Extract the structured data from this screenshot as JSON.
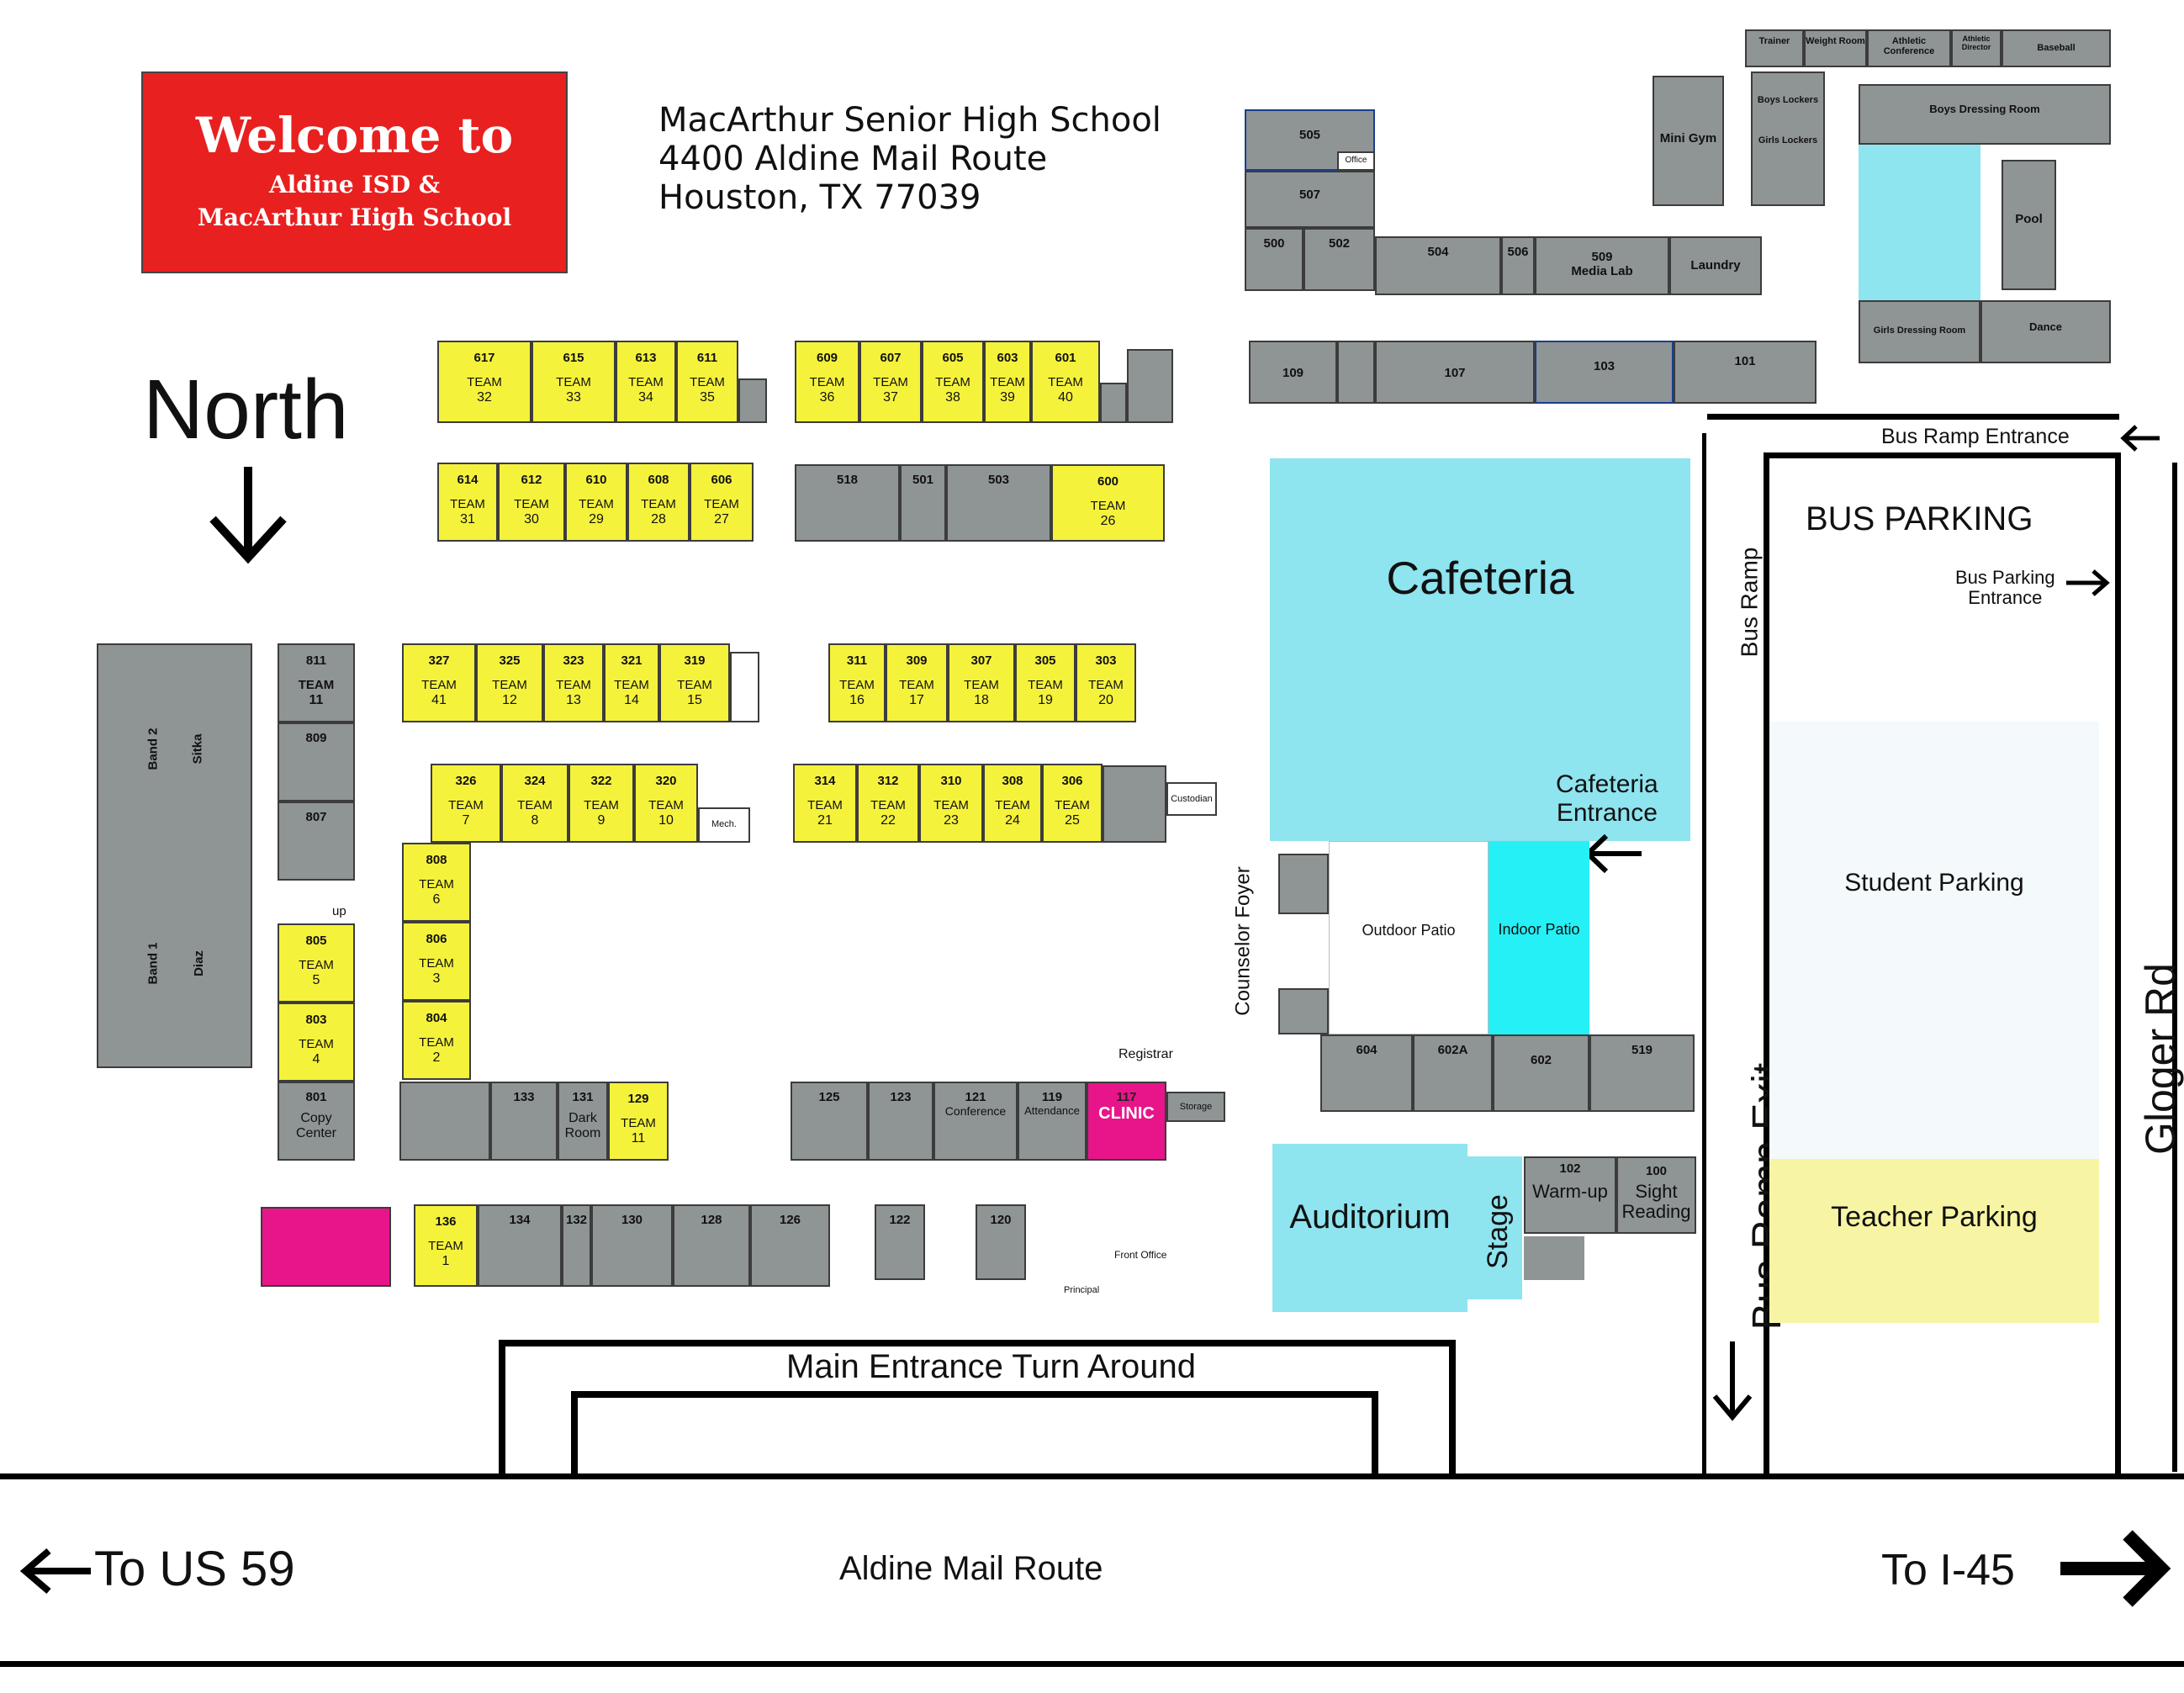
{
  "welcome": {
    "line1": "Welcome to",
    "line2": "Aldine ISD &",
    "line3": "MacArthur High School"
  },
  "address": {
    "name": "MacArthur Senior High School",
    "street": "4400 Aldine Mail Route",
    "city": "Houston, TX  77039"
  },
  "north_label": "North",
  "roads": {
    "main": "Aldine Mail Route",
    "to_west": "To US 59",
    "to_east": "To I-45",
    "side": "Gloger Rd",
    "turnaround": "Main Entrance Turn Around"
  },
  "bus": {
    "ramp_entrance": "Bus Ramp Entrance",
    "ramp": "Bus Ramp",
    "ramp_exit": "Bus Ramp Exit",
    "parking": "BUS PARKING",
    "parking_entrance_1": "Bus Parking",
    "parking_entrance_2": "Entrance"
  },
  "parking": {
    "student": "Student Parking",
    "teacher": "Teacher Parking"
  },
  "areas": {
    "cafeteria": "Cafeteria",
    "cafeteria_entrance_1": "Cafeteria",
    "cafeteria_entrance_2": "Entrance",
    "outdoor_patio": "Outdoor Patio",
    "indoor_patio": "Indoor Patio",
    "auditorium": "Auditorium",
    "stage": "Stage",
    "warmup_num": "102",
    "warmup": "Warm-up",
    "sight_num": "100",
    "sight_1": "Sight",
    "sight_2": "Reading",
    "counselor_foyer": "Counselor Foyer",
    "registrar": "Registrar",
    "clinic_num": "117",
    "clinic": "CLINIC",
    "pool": "Pool",
    "mini_gym": "Mini Gym",
    "boys_dressing": "Boys Dressing Room",
    "girls_dressing": "Girls Dressing Room",
    "dance": "Dance",
    "laundry": "Laundry",
    "media_lab_num": "509",
    "media_lab": "Media Lab",
    "trainer": "Trainer",
    "weight_room": "Weight Room",
    "athletic_conf": "Athletic Conference",
    "athletic_dir": "Athletic Director",
    "baseball": "Baseball",
    "boys_lockers": "Boys Lockers",
    "girls_lockers": "Girls Lockers",
    "band1": "Band 1",
    "band2": "Band 2",
    "diaz": "Diaz",
    "sitka": "Sitka",
    "copy_num": "801",
    "copy_1": "Copy",
    "copy_2": "Center",
    "dark_num": "131",
    "dark_1": "Dark",
    "dark_2": "Room",
    "conf_num": "121",
    "conference": "Conference",
    "att_num": "119",
    "attendance": "Attendance",
    "mech": "Mech.",
    "custodian": "Custodian",
    "storage": "Storage",
    "office": "Office",
    "front_office": "Front Office",
    "principal": "Principal",
    "up": "up"
  },
  "classrooms": [
    {
      "room": "617",
      "team": "TEAM",
      "num": "32"
    },
    {
      "room": "615",
      "team": "TEAM",
      "num": "33"
    },
    {
      "room": "613",
      "team": "TEAM",
      "num": "34"
    },
    {
      "room": "611",
      "team": "TEAM",
      "num": "35"
    },
    {
      "room": "609",
      "team": "TEAM",
      "num": "36"
    },
    {
      "room": "607",
      "team": "TEAM",
      "num": "37"
    },
    {
      "room": "605",
      "team": "TEAM",
      "num": "38"
    },
    {
      "room": "603",
      "team": "TEAM",
      "num": "39"
    },
    {
      "room": "601",
      "team": "TEAM",
      "num": "40"
    },
    {
      "room": "614",
      "team": "TEAM",
      "num": "31"
    },
    {
      "room": "612",
      "team": "TEAM",
      "num": "30"
    },
    {
      "room": "610",
      "team": "TEAM",
      "num": "29"
    },
    {
      "room": "608",
      "team": "TEAM",
      "num": "28"
    },
    {
      "room": "606",
      "team": "TEAM",
      "num": "27"
    },
    {
      "room": "600",
      "team": "TEAM",
      "num": "26"
    },
    {
      "room": "327",
      "team": "TEAM",
      "num": "41"
    },
    {
      "room": "325",
      "team": "TEAM",
      "num": "12"
    },
    {
      "room": "323",
      "team": "TEAM",
      "num": "13"
    },
    {
      "room": "321",
      "team": "TEAM",
      "num": "14"
    },
    {
      "room": "319",
      "team": "TEAM",
      "num": "15"
    },
    {
      "room": "311",
      "team": "TEAM",
      "num": "16"
    },
    {
      "room": "309",
      "team": "TEAM",
      "num": "17"
    },
    {
      "room": "307",
      "team": "TEAM",
      "num": "18"
    },
    {
      "room": "305",
      "team": "TEAM",
      "num": "19"
    },
    {
      "room": "303",
      "team": "TEAM",
      "num": "20"
    },
    {
      "room": "326",
      "team": "TEAM",
      "num": "7"
    },
    {
      "room": "324",
      "team": "TEAM",
      "num": "8"
    },
    {
      "room": "322",
      "team": "TEAM",
      "num": "9"
    },
    {
      "room": "320",
      "team": "TEAM",
      "num": "10"
    },
    {
      "room": "314",
      "team": "TEAM",
      "num": "21"
    },
    {
      "room": "312",
      "team": "TEAM",
      "num": "22"
    },
    {
      "room": "310",
      "team": "TEAM",
      "num": "23"
    },
    {
      "room": "308",
      "team": "TEAM",
      "num": "24"
    },
    {
      "room": "306",
      "team": "TEAM",
      "num": "25"
    },
    {
      "room": "808",
      "team": "TEAM",
      "num": "6"
    },
    {
      "room": "806",
      "team": "TEAM",
      "num": "3"
    },
    {
      "room": "804",
      "team": "TEAM",
      "num": "2"
    },
    {
      "room": "805",
      "team": "TEAM",
      "num": "5"
    },
    {
      "room": "803",
      "team": "TEAM",
      "num": "4"
    },
    {
      "room": "129",
      "team": "TEAM",
      "num": "11"
    },
    {
      "room": "136",
      "team": "TEAM",
      "num": "1"
    },
    {
      "room": "811",
      "team": "TEAM",
      "num": "11"
    }
  ],
  "grey_rooms": [
    "809",
    "807",
    "604",
    "602A",
    "602",
    "519",
    "518",
    "501",
    "503",
    "505",
    "507",
    "500",
    "502",
    "504",
    "506",
    "109",
    "107",
    "103",
    "101",
    "133",
    "125",
    "123",
    "134",
    "132",
    "130",
    "128",
    "126",
    "122",
    "120"
  ],
  "colors": {
    "classroom": "#f5f23c",
    "building": "#8f9494",
    "cafeteria": "#8ee4ef",
    "indoor_patio": "#25f0f5",
    "clinic": "#e8148a",
    "welcome": "#e8201f",
    "teacher_parking": "#f7f5a4",
    "student_parking": "#f4f9fb"
  }
}
